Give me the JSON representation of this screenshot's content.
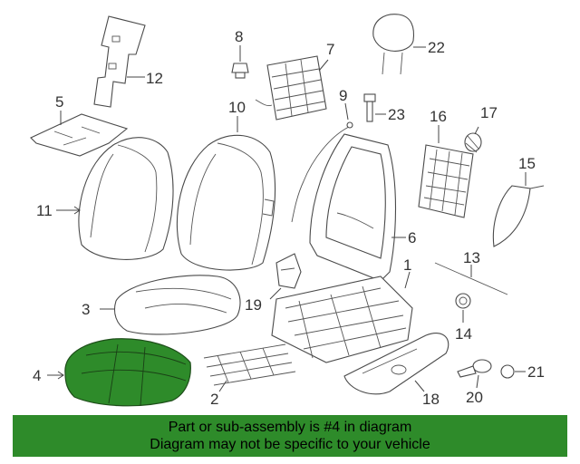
{
  "diagram": {
    "highlighted_part": "4",
    "callouts": [
      "1",
      "2",
      "3",
      "4",
      "5",
      "6",
      "7",
      "8",
      "9",
      "10",
      "11",
      "12",
      "13",
      "14",
      "15",
      "16",
      "17",
      "18",
      "19",
      "20",
      "21",
      "22",
      "23"
    ],
    "highlight_color": "#2e8b2a"
  },
  "banner": {
    "line1": "Part or sub-assembly is #4 in diagram",
    "line2": "Diagram may not be specific to your vehicle",
    "background": "#2e8b2a"
  }
}
